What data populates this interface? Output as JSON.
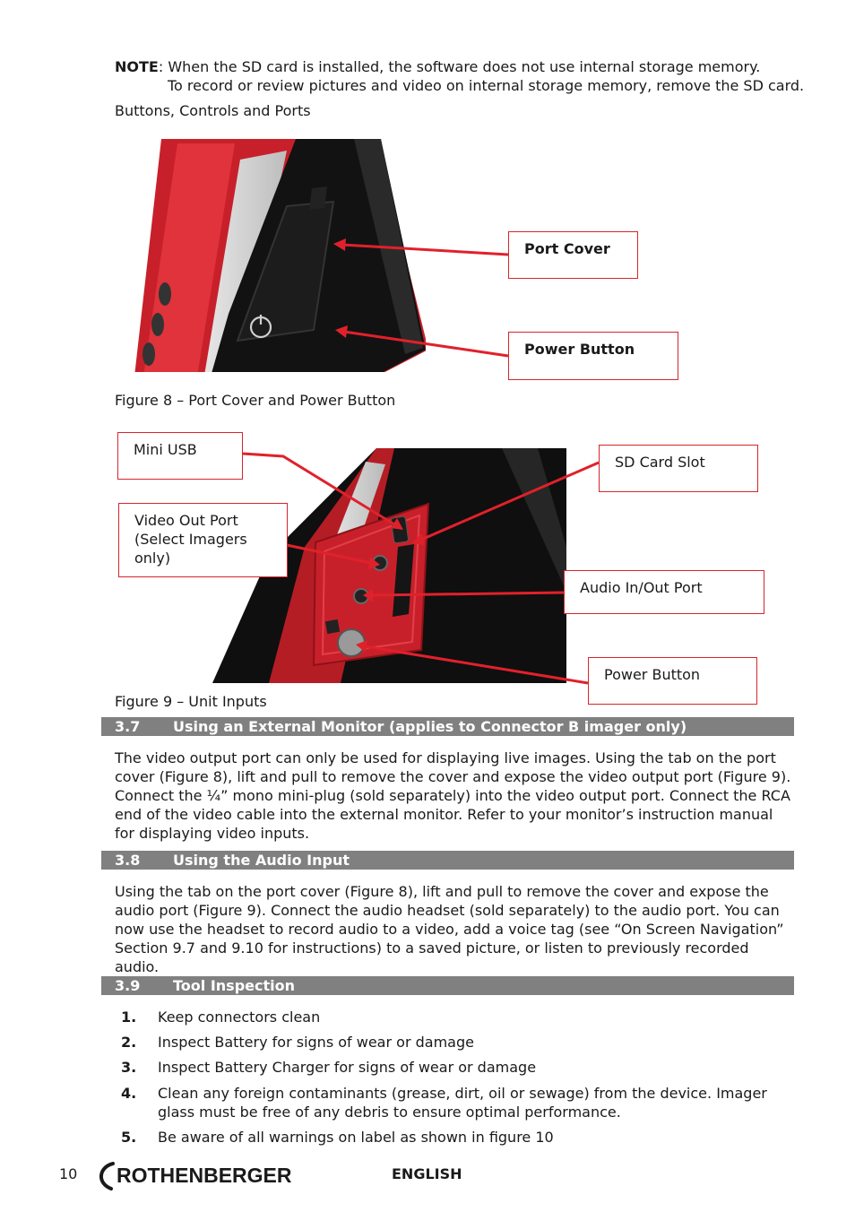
{
  "note": {
    "label": "NOTE",
    "line1": ": When the SD card is installed, the software does not use internal storage memory.",
    "line2": "To record or review pictures and video on internal storage memory, remove the SD card."
  },
  "intro_heading": "Buttons, Controls and Ports",
  "figure8": {
    "callouts": {
      "port_cover": "Port Cover",
      "power_button": "Power Button"
    },
    "caption": "Figure 8 – Port Cover and Power Button"
  },
  "figure9": {
    "callouts": {
      "mini_usb": "Mini USB",
      "sd_card_slot": "SD Card Slot",
      "video_out": "Video Out Port (Select Imagers only)",
      "audio": "Audio In/Out Port",
      "power_button": "Power Button"
    },
    "caption": "Figure 9 – Unit Inputs"
  },
  "sections": [
    {
      "number": "3.7",
      "title": "Using an External Monitor (applies to Connector B imager only)",
      "body": "The video output port can only be used for displaying live images. Using the tab on the port cover (Figure 8), lift and pull to remove the cover and expose the video output port (Figure 9). Connect the ¼” mono mini-plug (sold separately) into the video output port. Connect the RCA end of the video cable into the external monitor. Refer to your monitor’s instruction manual for displaying video inputs."
    },
    {
      "number": "3.8",
      "title": "Using the Audio Input",
      "body": "Using the tab on the port cover (Figure 8), lift and pull to remove the cover and expose the audio port (Figure 9). Connect the audio headset (sold separately) to the audio port. You can now use the headset to record audio to a video, add a voice tag (see “On Screen Navigation” Section 9.7 and 9.10 for instructions) to a saved picture, or listen to previously recorded audio."
    },
    {
      "number": "3.9",
      "title": "Tool Inspection",
      "items": [
        {
          "n": "1.",
          "text": "Keep connectors clean"
        },
        {
          "n": "2.",
          "text": "Inspect Battery for signs of wear or damage"
        },
        {
          "n": "3.",
          "text": "Inspect Battery Charger for signs of wear or damage"
        },
        {
          "n": "4.",
          "text": "Clean any foreign contaminants (grease, dirt, oil or sewage) from the device.  Imager glass must be free of any debris to ensure optimal performance."
        },
        {
          "n": "5.",
          "text": "Be aware of all warnings on label as shown in figure 10"
        }
      ]
    }
  ],
  "footer": {
    "page": "10",
    "brand": "ROTHENBERGER",
    "language": "ENGLISH"
  },
  "colors": {
    "callout_border": "#d6262b",
    "section_bar": "#808080",
    "device_red": "#c8202a",
    "device_black": "#111111"
  }
}
